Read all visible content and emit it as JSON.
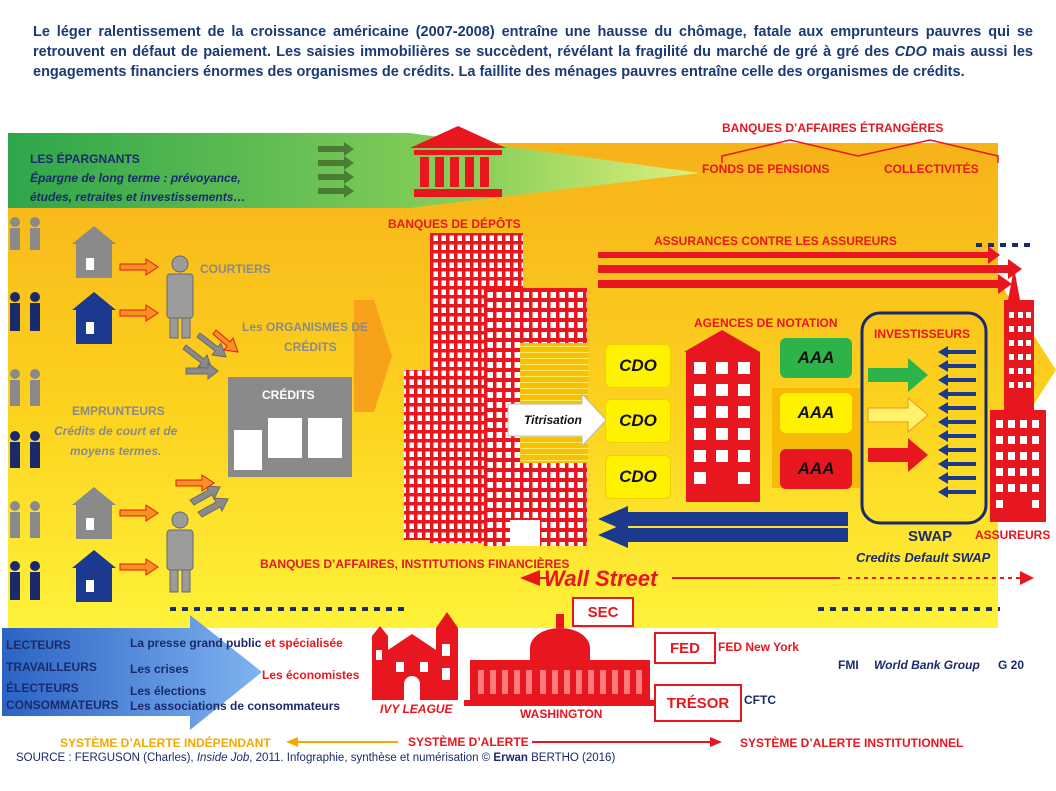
{
  "intro": {
    "p1": "Le léger ralentissement de la croissance américaine (2007-2008) entraîne une hausse du chômage, fatale aux emprunteurs pauvres qui se retrouvent en défaut de paiement. Les saisies immobilières se succèdent, révélant la fragilité du marché de gré à gré des ",
    "cdo_word": "CDO",
    "p2": " mais aussi les engagements financiers énormes des organismes de crédits. La faillite des ménages pauvres entraîne celle des organismes de crédits."
  },
  "labels": {
    "epargnants_title": "LES ÉPARGNANTS",
    "epargnants_sub1": "Épargne de long terme : prévoyance,",
    "epargnants_sub2": "études, retraites et investissements…",
    "banques_depots": "BANQUES DE DÉPÔTS",
    "banques_affaires_etrangeres": "BANQUES D’AFFAIRES ÉTRANGÈRES",
    "fonds_pensions": "FONDS DE PENSIONS",
    "collectivites": "COLLECTIVITÉS",
    "assurances": "ASSURANCES CONTRE LES ASSUREURS",
    "courtiers": "COURTIERS",
    "organismes_1": "Les ORGANISMES DE",
    "organismes_2": "CRÉDITS",
    "credits": "CRÉDITS",
    "emprunteurs": "EMPRUNTEURS",
    "emprunteurs_sub1": "Crédits de court et de",
    "emprunteurs_sub2": "moyens termes.",
    "titrisation": "Titrisation",
    "agences": "AGENCES DE NOTATION",
    "investisseurs": "INVESTISSEURS",
    "swap": "SWAP",
    "swap_sub": "Credits Default SWAP",
    "assureurs": "ASSUREURS",
    "banques_affaires": "BANQUES D’AFFAIRES, INSTITUTIONS FINANCIÈRES",
    "wall_street": "Wall Street",
    "sec": "SEC",
    "fed": "FED",
    "fed_ny": "FED New York",
    "tresor": "TRÉSOR",
    "cftc": "CFTC",
    "fmi": "FMI",
    "world_bank": "World Bank Group",
    "g20": "G 20",
    "lecteurs": "LECTEURS",
    "travailleurs": "TRAVAILLEURS",
    "electeurs": "ÉLECTEURS",
    "consommateurs": "CONSOMMATEURS",
    "presse_a": "La presse grand public ",
    "presse_b": "et spécialisée",
    "crises": "Les crises",
    "economistes": "Les économistes",
    "elections": "Les élections",
    "associations": "Les associations de consommateurs",
    "ivy": "IVY LEAGUE",
    "washington": "WASHINGTON",
    "alerte_indep": "SYSTÈME D’ALERTE INDÉPENDANT",
    "alerte": "SYSTÈME D’ALERTE",
    "alerte_inst": "SYSTÈME D’ALERTE INSTITUTIONNEL"
  },
  "cdo_boxes": [
    "CDO",
    "CDO",
    "CDO"
  ],
  "aaa_boxes": [
    "AAA",
    "AAA",
    "AAA"
  ],
  "source": {
    "a": "SOURCE : FERGUSON (Charles), ",
    "b": "Inside Job",
    "c": ", 2011. Infographie, synthèse et numérisation © ",
    "d": "Erwan",
    "e": " BERTHO (2016)"
  },
  "colors": {
    "red": "#e8161e",
    "yellow": "#fff200",
    "green": "#2db34a",
    "navy": "#1b2a6b",
    "blue": "#2f6fc9",
    "gray": "#8a8a8a"
  }
}
